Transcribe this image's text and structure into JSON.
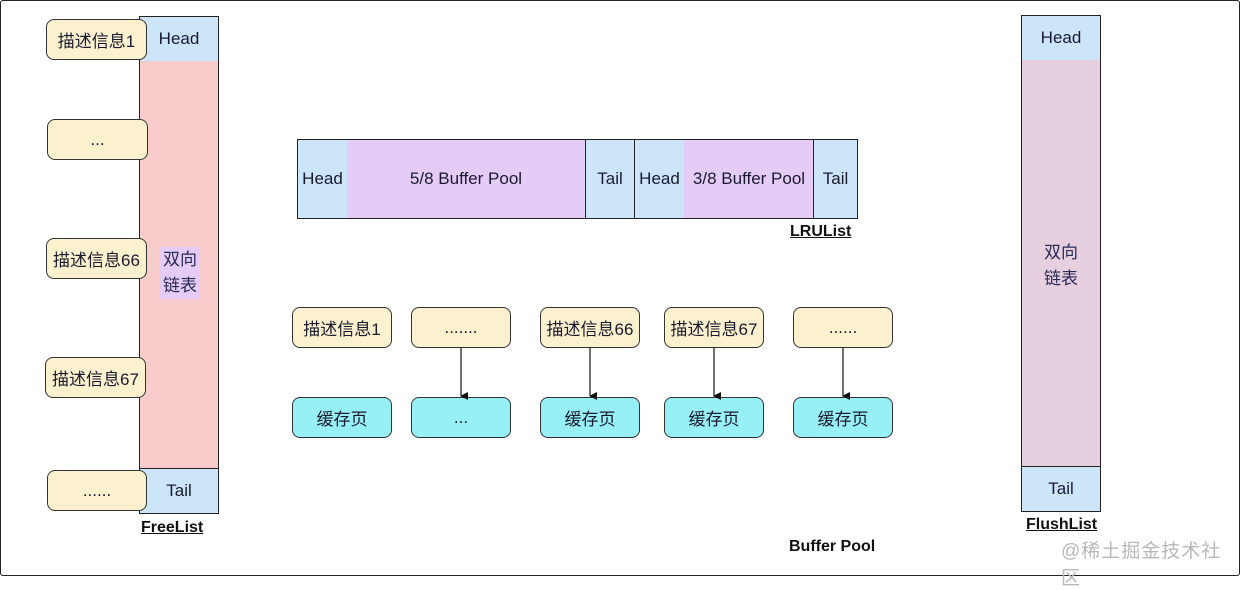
{
  "diagram": {
    "title": "Buffer Pool",
    "watermark": "@稀土掘金技术社区",
    "colors": {
      "head_tail": "#cce5f8",
      "free_list_body": "#f9cccc",
      "flush_list_body": "#e6d0e0",
      "lru_segment": "#e5ccf6",
      "descriptor": "#fbf1cf",
      "cache_page": "#97f0f6"
    }
  },
  "free_list": {
    "label": "FreeList",
    "head": "Head",
    "body_line1": "双向",
    "body_line2": "链表",
    "tail": "Tail",
    "descriptors": [
      "描述信息1",
      "...",
      "描述信息66",
      "描述信息67",
      "......"
    ]
  },
  "lru_list": {
    "label": "LRUList",
    "segments": [
      "Head",
      "5/8 Buffer Pool",
      "Tail",
      "Head",
      "3/8 Buffer Pool",
      "Tail"
    ]
  },
  "flush_list": {
    "label": "FlushList",
    "head": "Head",
    "body_line1": "双向",
    "body_line2": "链表",
    "tail": "Tail"
  },
  "buffer_pool": {
    "columns": [
      {
        "descriptor": "描述信息1",
        "page": "缓存页",
        "has_arrow": false
      },
      {
        "descriptor": ".......",
        "page": "...",
        "has_arrow": true
      },
      {
        "descriptor": "描述信息66",
        "page": "缓存页",
        "has_arrow": true
      },
      {
        "descriptor": "描述信息67",
        "page": "缓存页",
        "has_arrow": true
      },
      {
        "descriptor": "......",
        "page": "缓存页",
        "has_arrow": true
      }
    ]
  }
}
